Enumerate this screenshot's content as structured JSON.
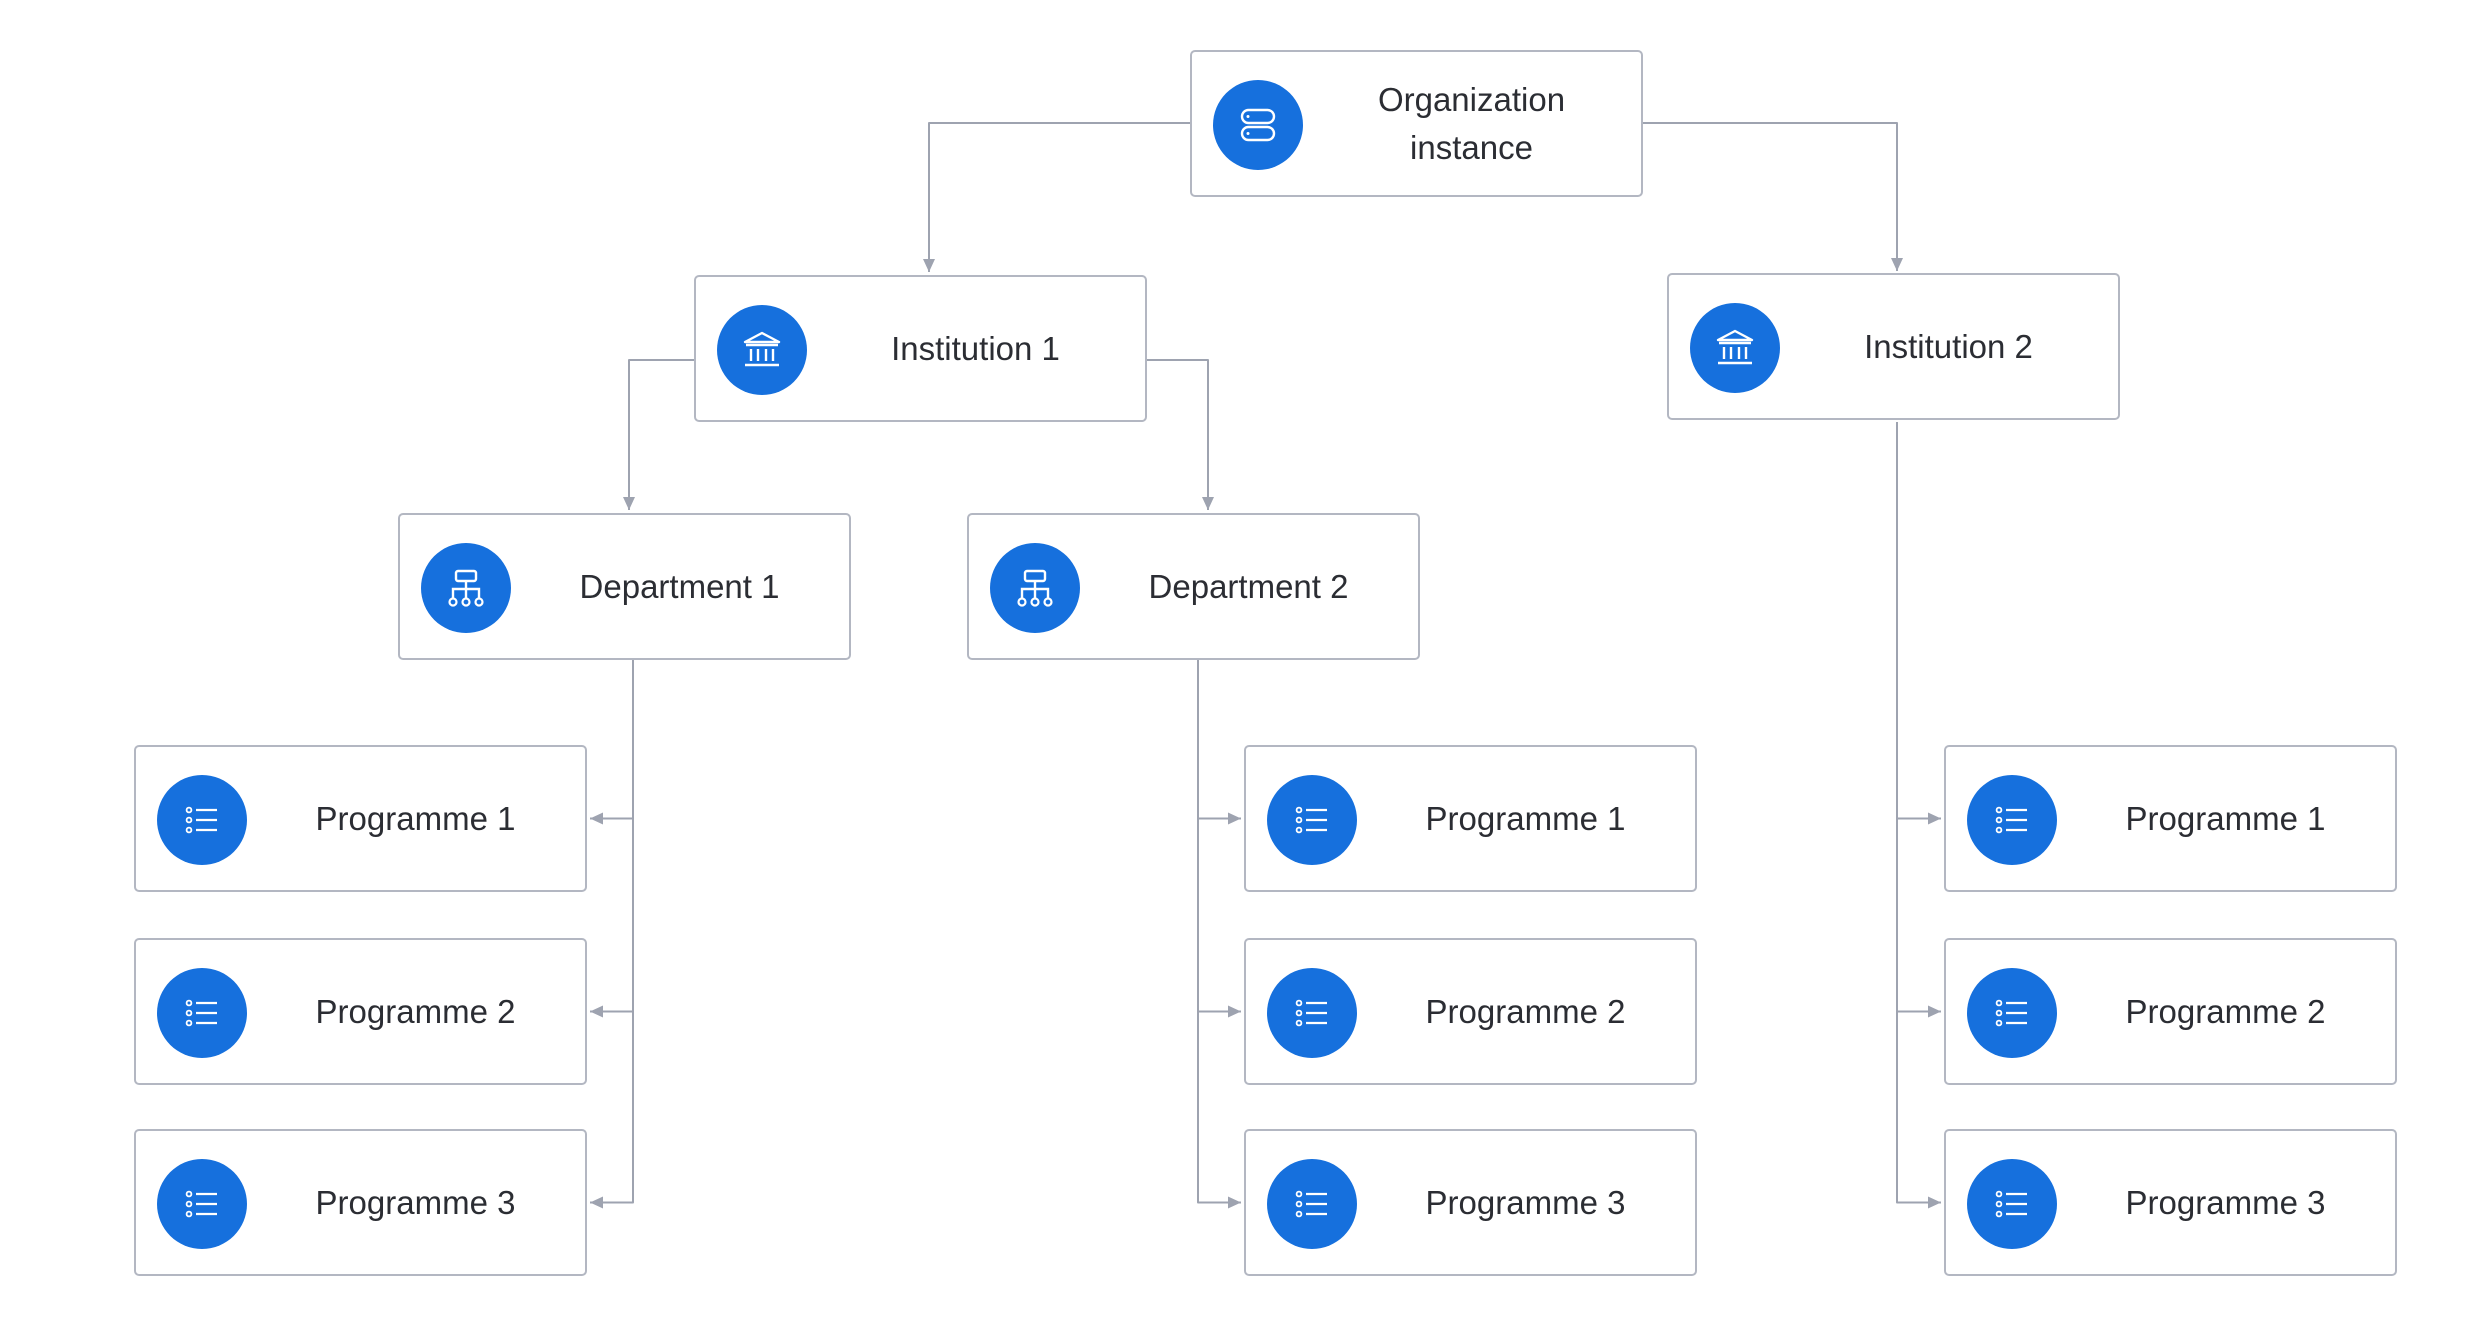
{
  "colors": {
    "icon_background": "#1670dd",
    "node_border": "#b3b7c2",
    "connector": "#9ea3b0",
    "text": "#2b2d33"
  },
  "root": {
    "label": "Organization\ninstance",
    "icon": "database-icon"
  },
  "institutions": [
    {
      "label": "Institution 1",
      "icon": "bank-icon",
      "departments": [
        {
          "label": "Department 1",
          "icon": "org-chart-icon",
          "programmes": [
            "Programme 1",
            "Programme 2",
            "Programme 3"
          ]
        },
        {
          "label": "Department 2",
          "icon": "org-chart-icon",
          "programmes": [
            "Programme 1",
            "Programme 2",
            "Programme 3"
          ]
        }
      ]
    },
    {
      "label": "Institution 2",
      "icon": "bank-icon",
      "programmes": [
        "Programme 1",
        "Programme 2",
        "Programme 3"
      ]
    }
  ],
  "programme_icon": "list-icon"
}
